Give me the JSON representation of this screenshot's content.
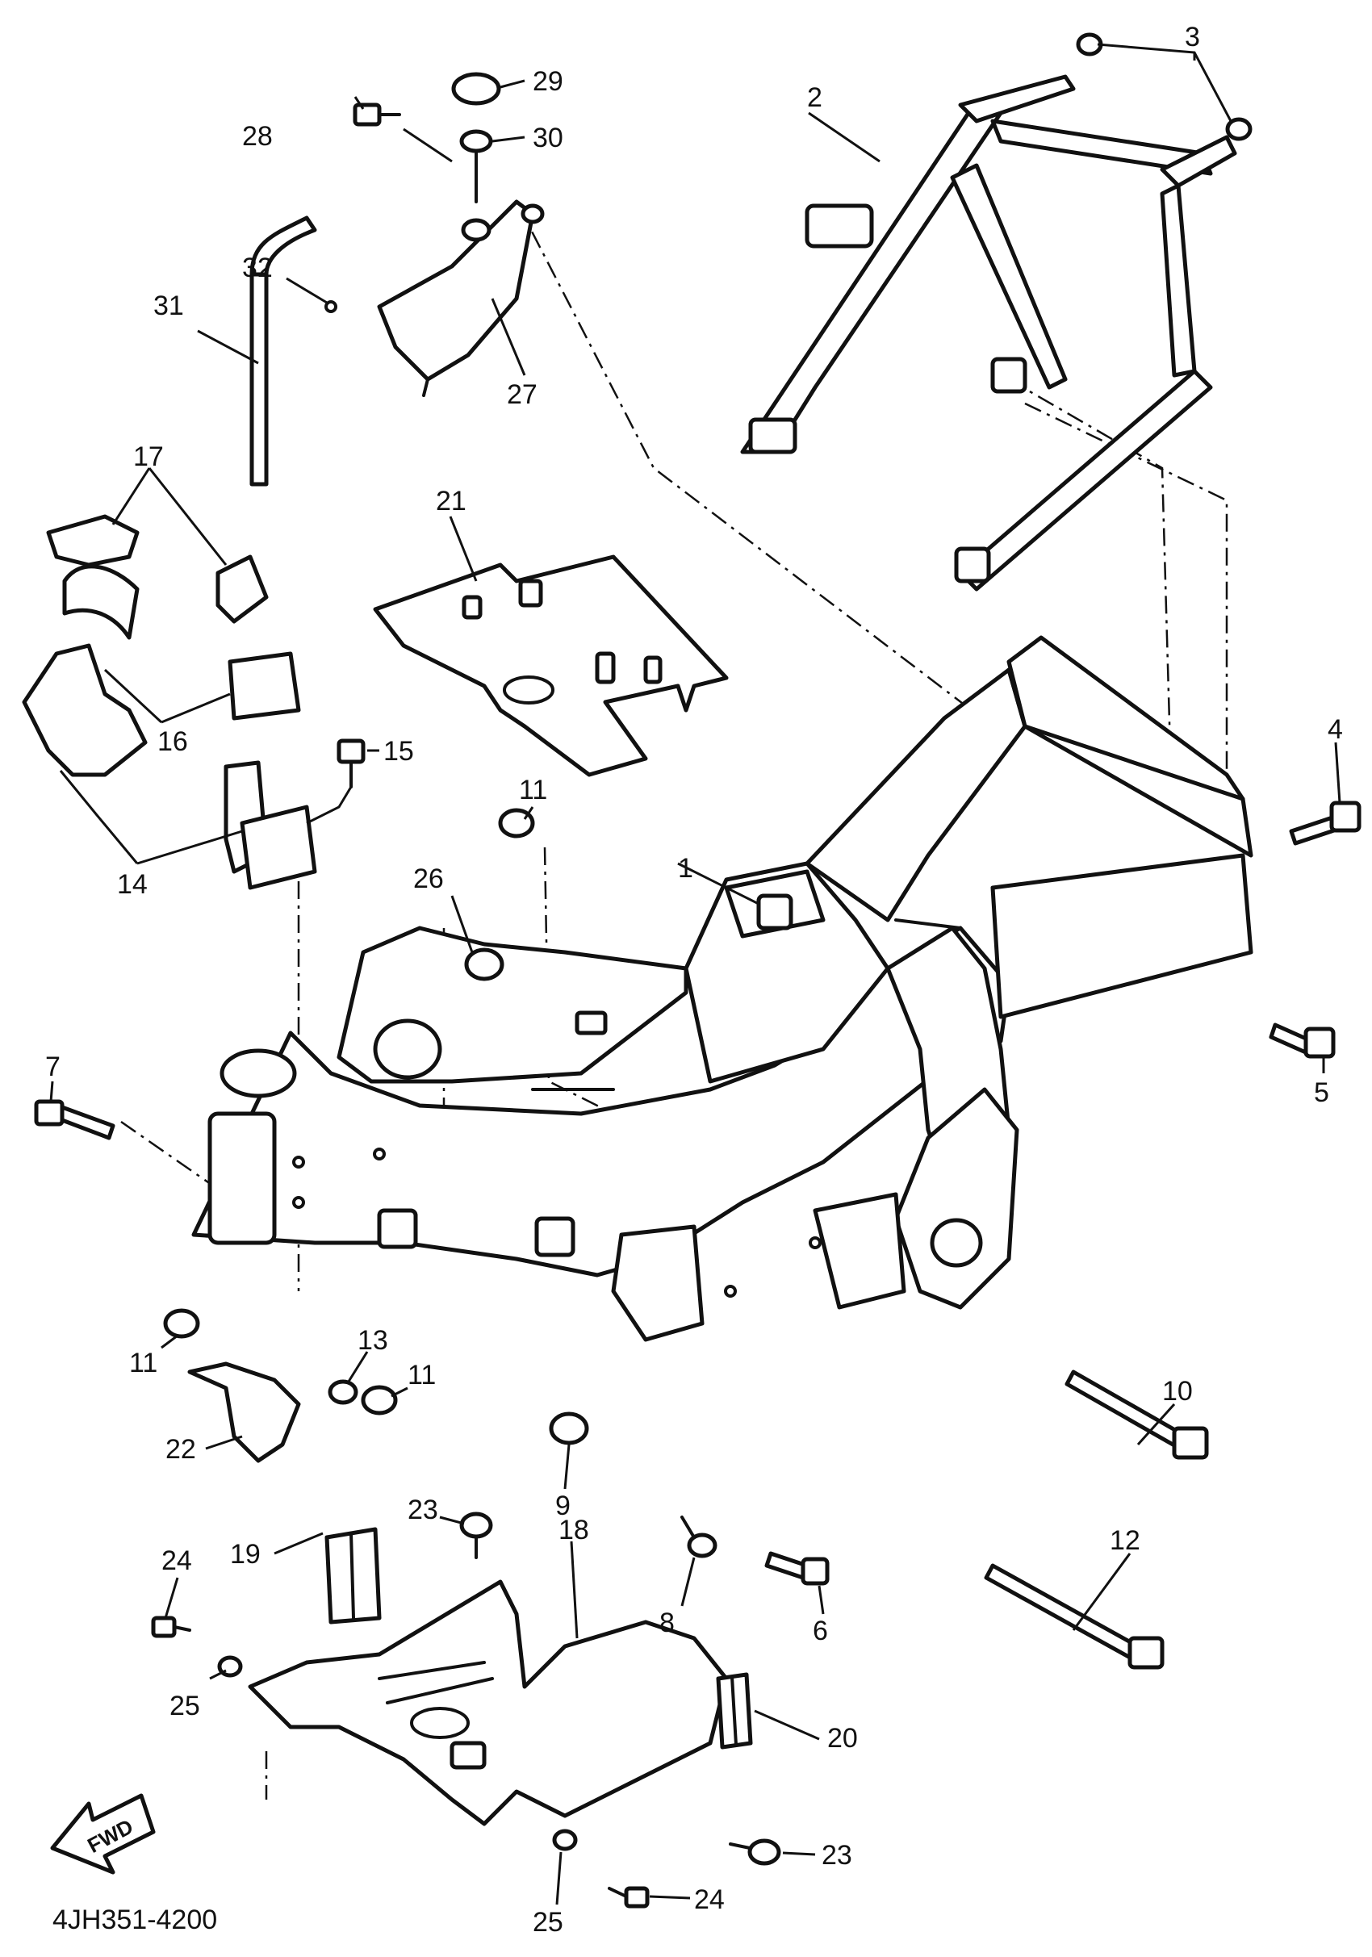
{
  "diagram": {
    "code": "4JH351-4200",
    "direction_label": "FWD",
    "callouts": [
      {
        "id": "1",
        "text": "1"
      },
      {
        "id": "2",
        "text": "2"
      },
      {
        "id": "3",
        "text": "3"
      },
      {
        "id": "4",
        "text": "4"
      },
      {
        "id": "5",
        "text": "5"
      },
      {
        "id": "6",
        "text": "6"
      },
      {
        "id": "7",
        "text": "7"
      },
      {
        "id": "8",
        "text": "8"
      },
      {
        "id": "9",
        "text": "9"
      },
      {
        "id": "10",
        "text": "10"
      },
      {
        "id": "11a",
        "text": "11"
      },
      {
        "id": "11b",
        "text": "11"
      },
      {
        "id": "11c",
        "text": "11"
      },
      {
        "id": "12",
        "text": "12"
      },
      {
        "id": "13",
        "text": "13"
      },
      {
        "id": "14",
        "text": "14"
      },
      {
        "id": "15",
        "text": "15"
      },
      {
        "id": "16",
        "text": "16"
      },
      {
        "id": "17",
        "text": "17"
      },
      {
        "id": "18",
        "text": "18"
      },
      {
        "id": "19",
        "text": "19"
      },
      {
        "id": "20",
        "text": "20"
      },
      {
        "id": "21",
        "text": "21"
      },
      {
        "id": "22",
        "text": "22"
      },
      {
        "id": "23a",
        "text": "23"
      },
      {
        "id": "23b",
        "text": "23"
      },
      {
        "id": "24a",
        "text": "24"
      },
      {
        "id": "24b",
        "text": "24"
      },
      {
        "id": "25a",
        "text": "25"
      },
      {
        "id": "25b",
        "text": "25"
      },
      {
        "id": "26",
        "text": "26"
      },
      {
        "id": "27",
        "text": "27"
      },
      {
        "id": "28",
        "text": "28"
      },
      {
        "id": "29",
        "text": "29"
      },
      {
        "id": "30",
        "text": "30"
      },
      {
        "id": "31",
        "text": "31"
      },
      {
        "id": "32",
        "text": "32"
      }
    ]
  }
}
